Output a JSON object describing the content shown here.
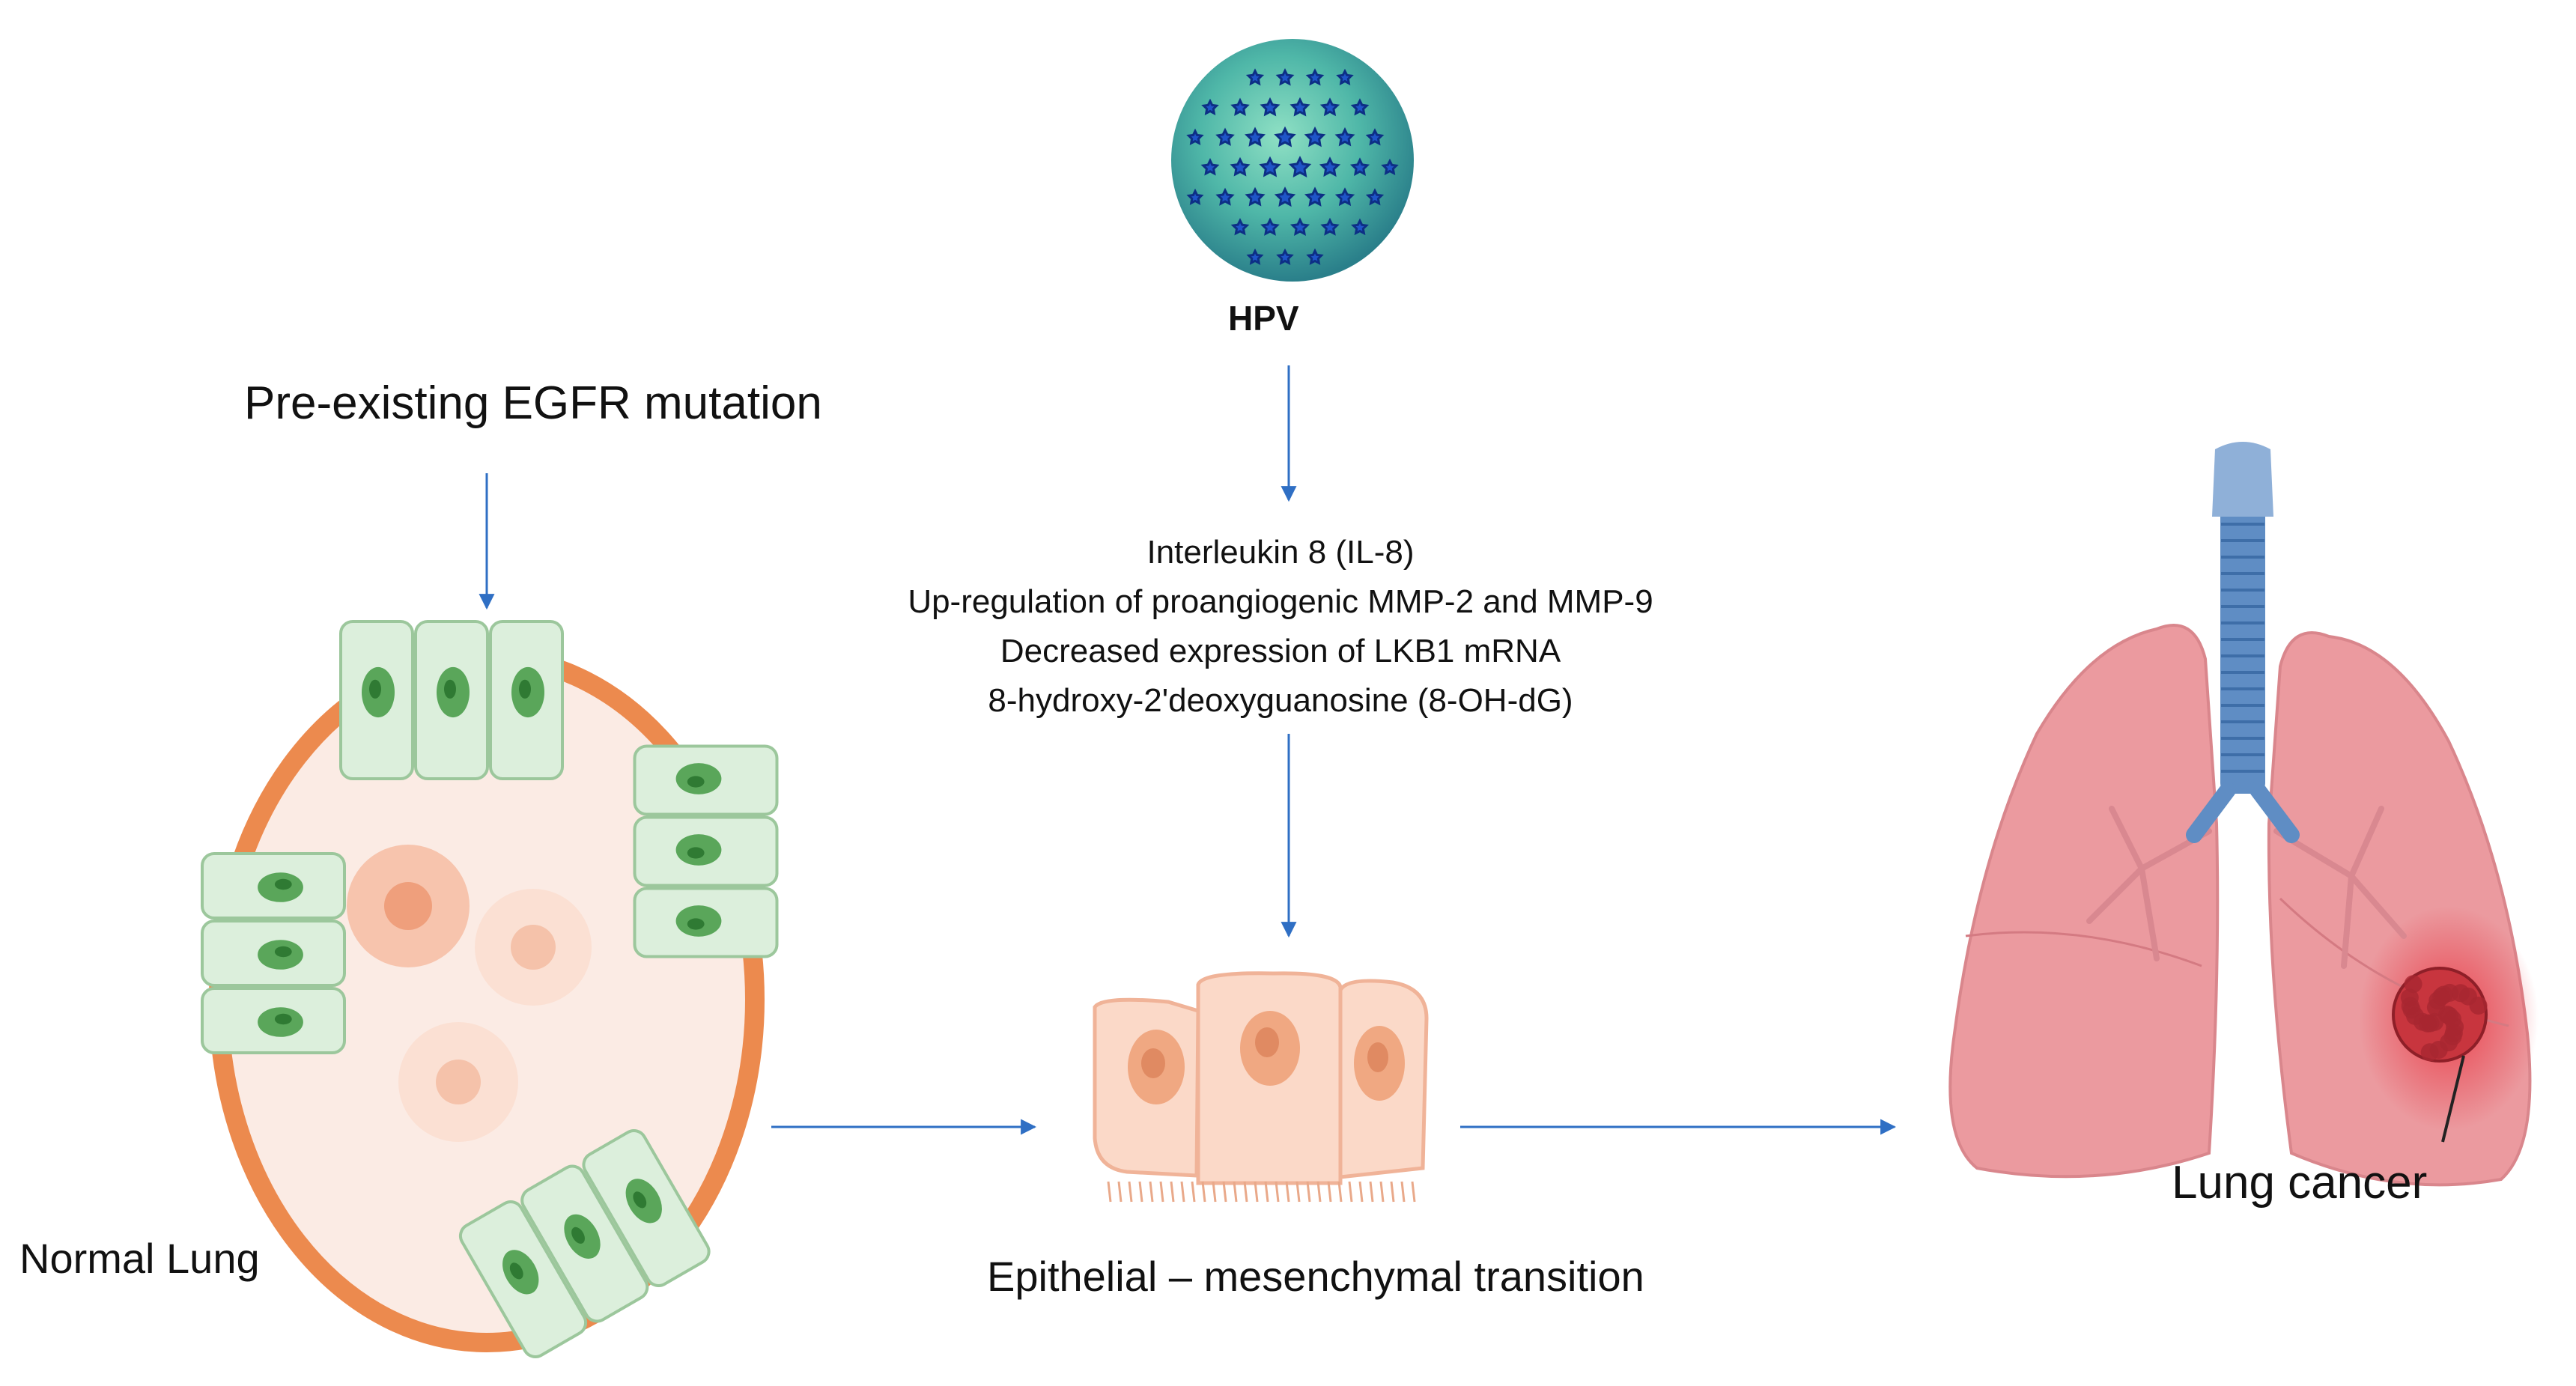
{
  "labels": {
    "hpv": "HPV",
    "egfr": "Pre-existing EGFR mutation",
    "normal_lung": "Normal Lung",
    "emt": "Epithelial – mesenchymal transition",
    "lung_cancer": "Lung cancer"
  },
  "mechanisms": [
    "Interleukin 8 (IL-8)",
    "Up-regulation of proangiogenic MMP-2 and MMP-9",
    "Decreased expression of LKB1 mRNA",
    "8-hydroxy-2'deoxyguanosine (8-OH-dG)"
  ],
  "colors": {
    "arrow": "#2f6fc4",
    "cell_green_fill": "#dcefdc",
    "cell_green_nucleus": "#5aa65a",
    "alveolus_orange": "#ec8a4e",
    "alveolus_inner": "#fbebe4",
    "emt_cell_fill": "#fbd9c8",
    "emt_nucleus": "#f0a882",
    "lung_pink": "#eb9a9f",
    "trachea_blue": "#5f8dc4",
    "tumor_red": "#c8353e",
    "virus_blue": "#1f55c8",
    "virus_green": "#4fb7a8"
  },
  "icons": [
    "hpv-virion-icon",
    "alveolus-icon",
    "emt-cells-icon",
    "lungs-with-tumor-icon"
  ]
}
